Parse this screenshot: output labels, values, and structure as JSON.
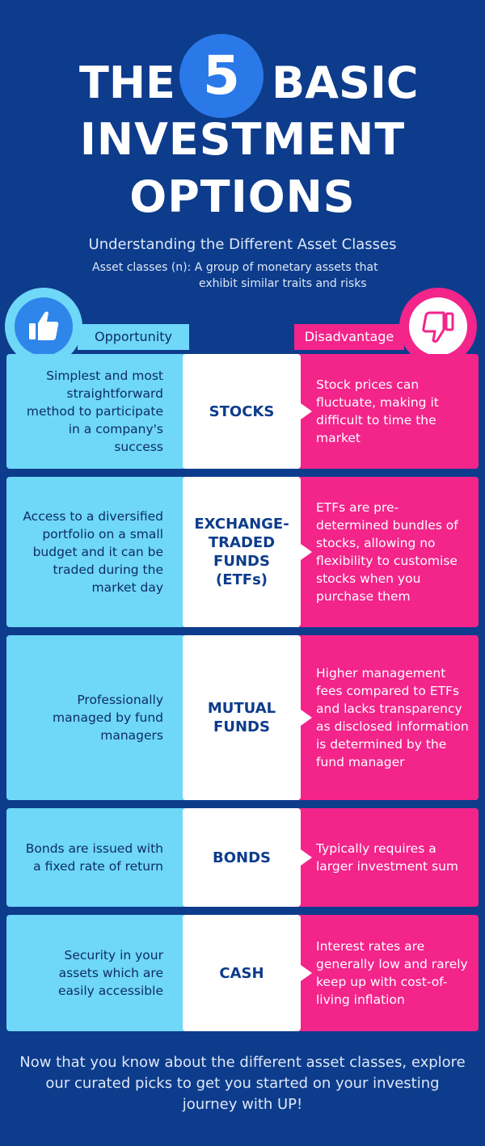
{
  "title": {
    "the": "THE",
    "number": "5",
    "basic": "BASIC",
    "line2": "INVESTMENT",
    "line3": "OPTIONS"
  },
  "subtitle": "Understanding the Different Asset Classes",
  "definition": {
    "line1": "Asset classes (n): A group of monetary assets that",
    "line2": "exhibit similar traits and risks"
  },
  "headers": {
    "opportunity": "Opportunity",
    "disadvantage": "Disadvantage",
    "opportunity_icon": "thumbs-up-icon",
    "disadvantage_icon": "thumbs-down-icon"
  },
  "rows": [
    {
      "name": "STOCKS",
      "opportunity": "Simplest and most straightforward method to participate in a company's success",
      "disadvantage": "Stock prices can fluctuate, making it difficult to time the market"
    },
    {
      "name": "EXCHANGE-TRADED FUNDS (ETFs)",
      "opportunity": "Access to a diversified portfolio on a small budget and it can be traded during the market day",
      "disadvantage": "ETFs are pre-determined bundles of stocks, allowing no flexibility to customise stocks when you purchase them"
    },
    {
      "name": "MUTUAL FUNDS",
      "opportunity": "Professionally managed by fund managers",
      "disadvantage": "Higher management fees compared to ETFs and lacks transparency as disclosed information is determined by the fund manager"
    },
    {
      "name": "BONDS",
      "opportunity": "Bonds are issued with a fixed rate of return",
      "disadvantage": "Typically requires a larger investment sum"
    },
    {
      "name": "CASH",
      "opportunity": "Security in your assets which are easily accessible",
      "disadvantage": "Interest rates are generally low and rarely keep up with cost-of-living inflation"
    }
  ],
  "footer": "Now that you know about the different asset classes, explore our curated picks to get you started on your investing journey with UP!",
  "colors": {
    "background": "#0d3c8c",
    "opportunity": "#6fd7f8",
    "disadvantage": "#f3248a",
    "accent": "#2b79e8"
  }
}
